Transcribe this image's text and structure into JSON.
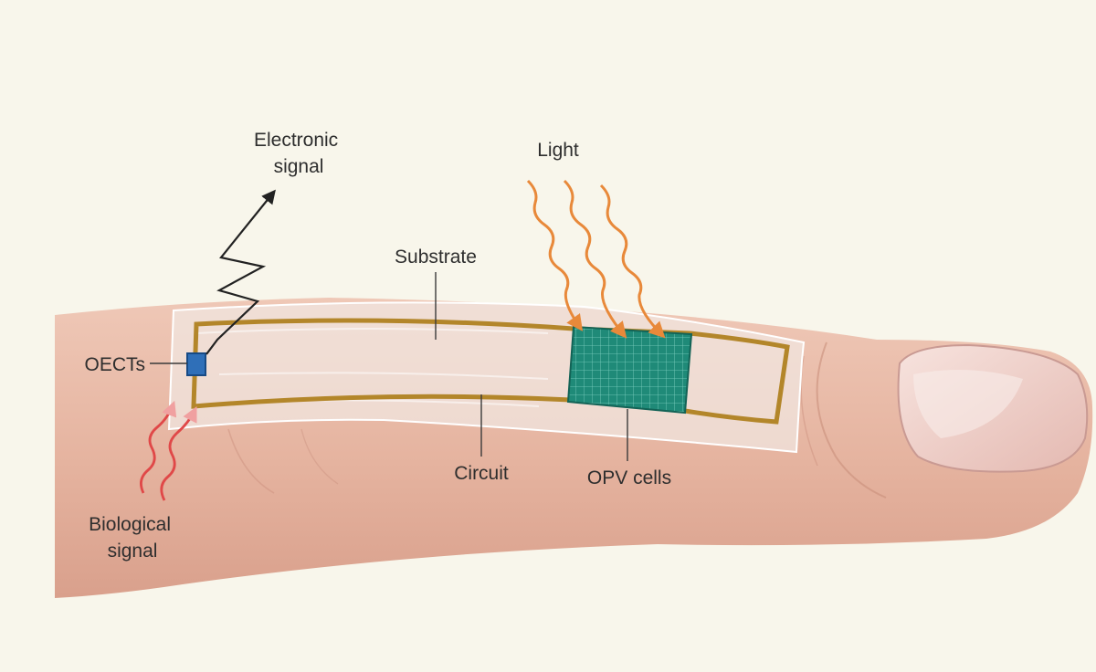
{
  "labels": {
    "electronic_signal": [
      "Electronic",
      "signal"
    ],
    "light": "Light",
    "substrate": "Substrate",
    "oects": "OECTs",
    "circuit": "Circuit",
    "opv_cells": "OPV cells",
    "biological_signal": [
      "Biological",
      "signal"
    ]
  },
  "colors": {
    "background": "#f8f6eb",
    "skin": "#e8bba8",
    "skin_shadow": "#c98f7c",
    "nail": "#f2d6d0",
    "circuit": "#b3862a",
    "opv": "#1f8a78",
    "oect": "#2f6fb8",
    "light_ray": "#e8893a",
    "bio_signal": "#e04848",
    "electronic_signal": "#222222"
  },
  "icons": {
    "electronic_signal": "zigzag-arrow-icon",
    "light": "wavy-arrow-icon",
    "biological_signal": "wavy-arrow-icon"
  }
}
